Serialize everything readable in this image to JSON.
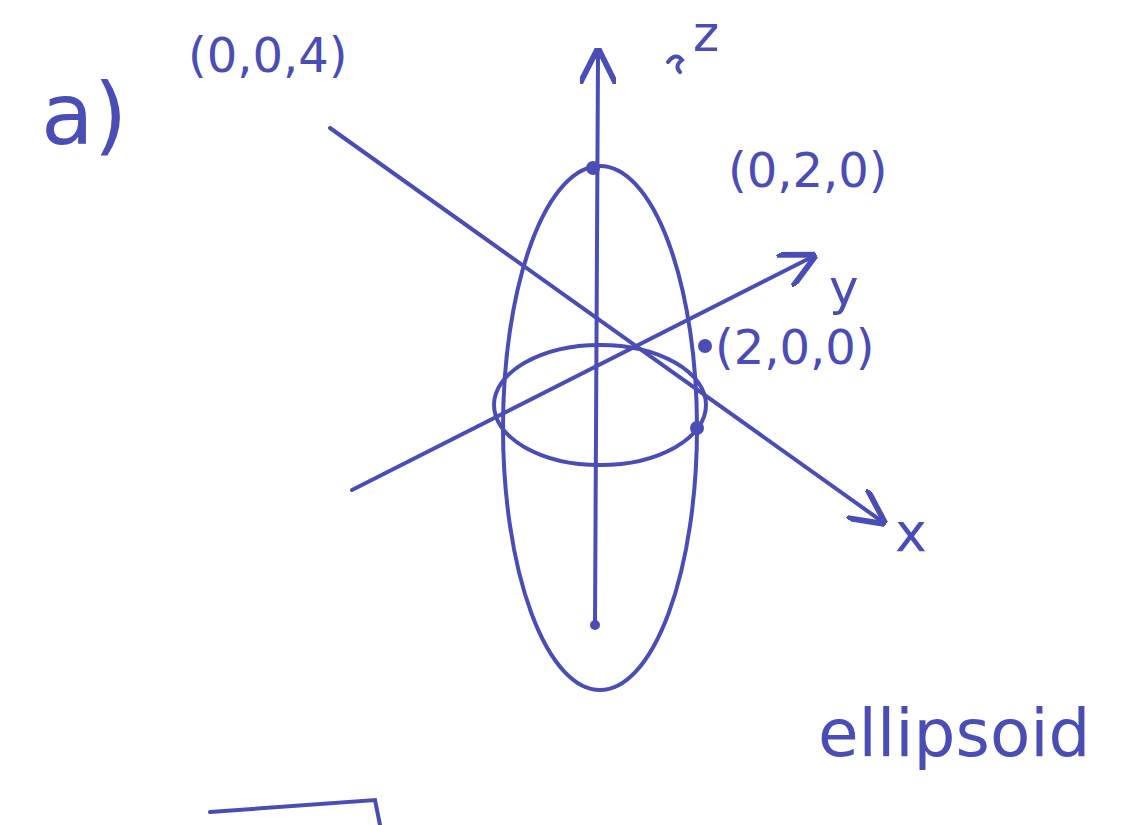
{
  "diagram": {
    "labels": [
      "a)",
      "(0,0,4)",
      "z",
      "(0,2,0)",
      "y",
      "(2,0,0)",
      "x",
      "ellipsoid"
    ]
  }
}
